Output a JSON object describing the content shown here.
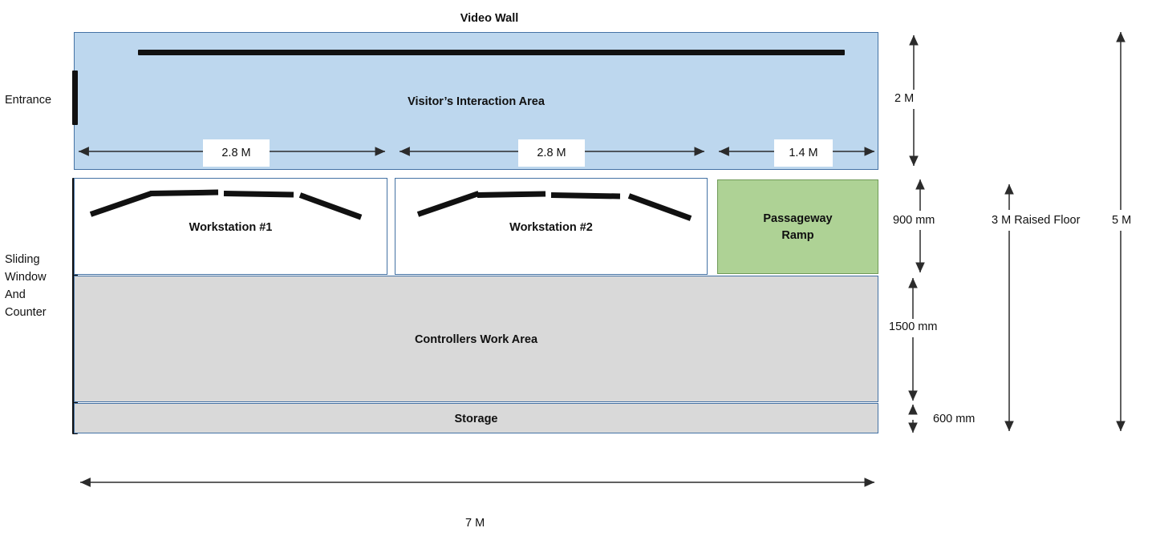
{
  "diagram": {
    "title": "Video Wall",
    "rooms": [
      {
        "name": "visitors-interaction-area",
        "label": "Visitor’s Interaction Area"
      },
      {
        "name": "workstation-1",
        "label": "Workstation #1"
      },
      {
        "name": "workstation-2",
        "label": "Workstation #2"
      },
      {
        "name": "passageway-ramp",
        "label": "Passageway\nRamp"
      },
      {
        "name": "controllers-work-area",
        "label": "Controllers Work Area"
      },
      {
        "name": "storage",
        "label": "Storage"
      }
    ],
    "side_labels": {
      "entrance": "Entrance",
      "sliding_window": "Sliding\nWindow\nAnd\nCounter"
    },
    "horizontal_dimensions": [
      {
        "name": "dim-2-8m-left",
        "value": "2.8 M"
      },
      {
        "name": "dim-2-8m-right",
        "value": "2.8 M"
      },
      {
        "name": "dim-1-4m",
        "value": "1.4 M"
      },
      {
        "name": "dim-7m-overall",
        "value": "7 M"
      }
    ],
    "vertical_dimensions": [
      {
        "name": "dim-2m",
        "value": "2 M"
      },
      {
        "name": "dim-900mm",
        "value": "900 mm"
      },
      {
        "name": "dim-1500mm",
        "value": "1500 mm"
      },
      {
        "name": "dim-600mm",
        "value": "600 mm"
      },
      {
        "name": "dim-3m-raised-floor",
        "value": "3 M Raised Floor"
      },
      {
        "name": "dim-5m",
        "value": "5 M"
      }
    ],
    "colors": {
      "interaction_area_fill": "#bdd7ee",
      "ramp_fill": "#aed295",
      "work_area_fill": "#d9d9d9",
      "room_border": "#4472a4",
      "bar_black": "#111111",
      "dimension_line": "#2b2b2b"
    }
  }
}
